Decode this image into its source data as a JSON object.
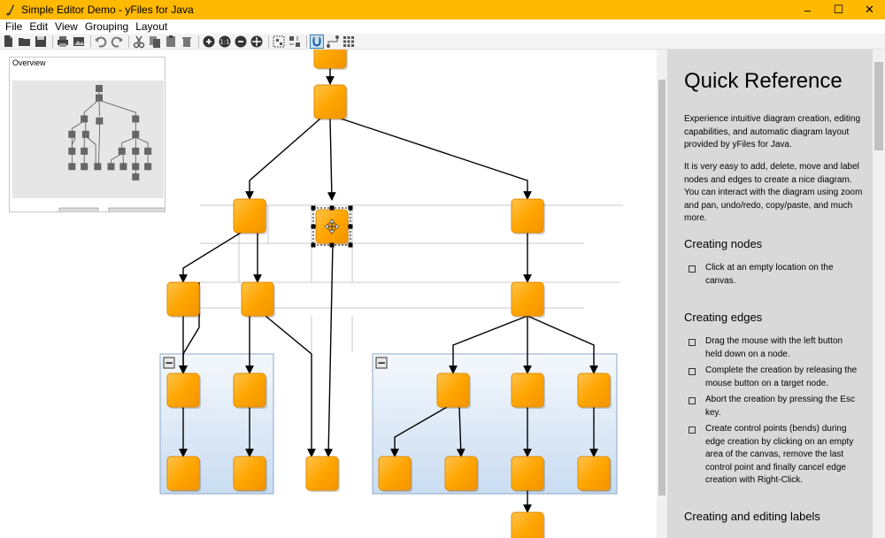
{
  "window": {
    "title": "Simple Editor Demo - yFiles for Java",
    "controls": {
      "minimize": "–",
      "maximize": "☐",
      "close": "✕"
    }
  },
  "menu": [
    "File",
    "Edit",
    "View",
    "Grouping",
    "Layout"
  ],
  "toolbar": {
    "groups": [
      [
        "new-document-icon",
        "open-folder-icon",
        "save-icon"
      ],
      [
        "print-icon",
        "export-image-icon"
      ],
      [
        "undo-icon",
        "redo-icon"
      ],
      [
        "cut-icon",
        "copy-icon",
        "paste-icon",
        "delete-icon"
      ],
      [
        "zoom-in-icon",
        "zoom-original-icon",
        "zoom-out-icon",
        "fit-content-icon"
      ],
      [
        "group-icon",
        "ungroup-icon"
      ],
      [
        "snapping-icon",
        "orthogonal-edges-icon",
        "grid-icon"
      ]
    ],
    "active": "snapping-icon"
  },
  "overview": {
    "label": "Overview"
  },
  "colors": {
    "titlebar": "#ffb900",
    "node_fill": "#ffa500",
    "node_stroke": "#e08a00",
    "group_fill": "#dce8f5",
    "group_stroke": "#8fa9c7",
    "panel_bg": "#d9d9d9"
  },
  "reference": {
    "title": "Quick Reference",
    "intro": "Experience intuitive diagram creation, editing capabilities, and automatic diagram layout provided by yFiles for Java.",
    "intro2": "It is very easy to add, delete, move and label nodes and edges to create a nice diagram. You can interact with the diagram using zoom and pan, undo/redo, copy/paste, and much more.",
    "sections": [
      {
        "heading": "Creating nodes",
        "items": [
          "Click at an empty location on the canvas."
        ]
      },
      {
        "heading": "Creating edges",
        "items": [
          "Drag the mouse with the left button held down on a node.",
          "Complete the creation by releasing the mouse button on a target node.",
          "Abort the creation by pressing the Esc key.",
          "Create control points (bends) during edge creation by clicking on an empty area of the canvas, remove the last control point and finally cancel edge creation with Right-Click."
        ]
      },
      {
        "heading": "Creating and editing labels",
        "items": []
      }
    ]
  },
  "group_collapse_glyph": "−"
}
